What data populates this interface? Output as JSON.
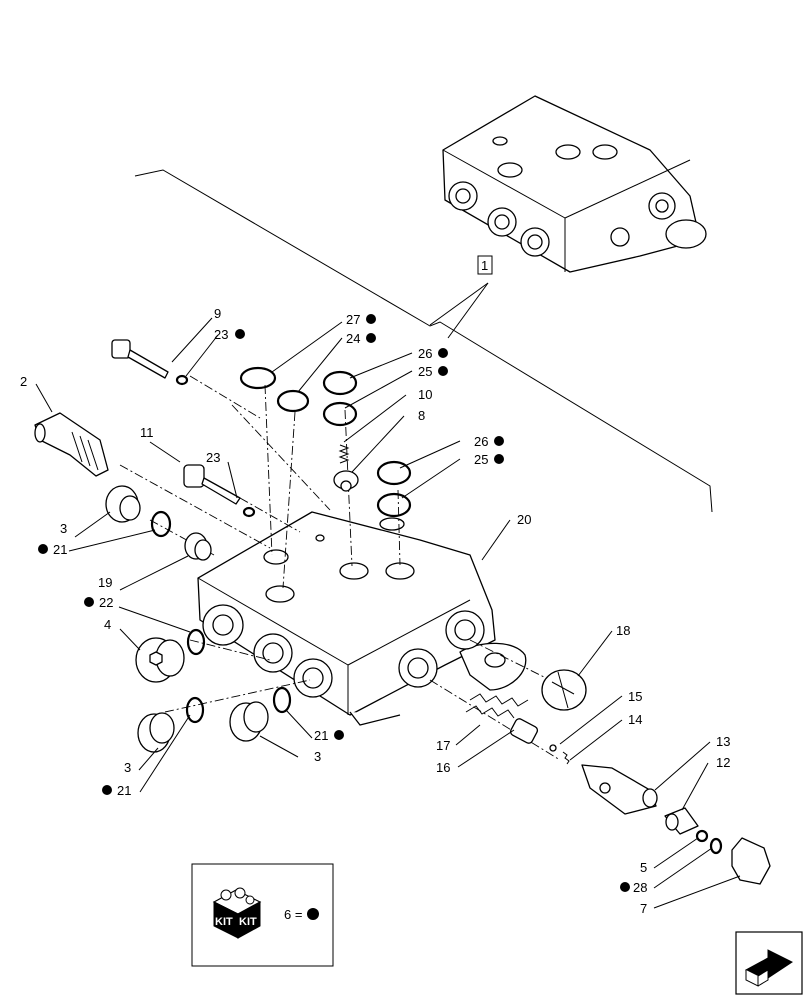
{
  "labels": {
    "p1": "1",
    "p2": "2",
    "p3a": "3",
    "p3b": "3",
    "p3c": "3",
    "p4": "4",
    "p5": "5",
    "p7": "7",
    "p8": "8",
    "p9": "9",
    "p10": "10",
    "p11": "11",
    "p12": "12",
    "p13": "13",
    "p14": "14",
    "p15": "15",
    "p16": "16",
    "p17": "17",
    "p18": "18",
    "p19": "19",
    "p20": "20",
    "p21a": "21",
    "p21b": "21",
    "p21c": "21",
    "p22": "22",
    "p23a": "23",
    "p23b": "23",
    "p24": "24",
    "p25a": "25",
    "p25b": "25",
    "p26a": "26",
    "p26b": "26",
    "p27": "27",
    "p28": "28"
  },
  "kit": {
    "badge_left": "KIT",
    "badge_right": "KIT",
    "legend": "6 ="
  },
  "icons": {
    "kit": "kit-box-icon",
    "navigation": "next-page-arrow-icon",
    "kit_marker": "filled-circle-icon"
  }
}
